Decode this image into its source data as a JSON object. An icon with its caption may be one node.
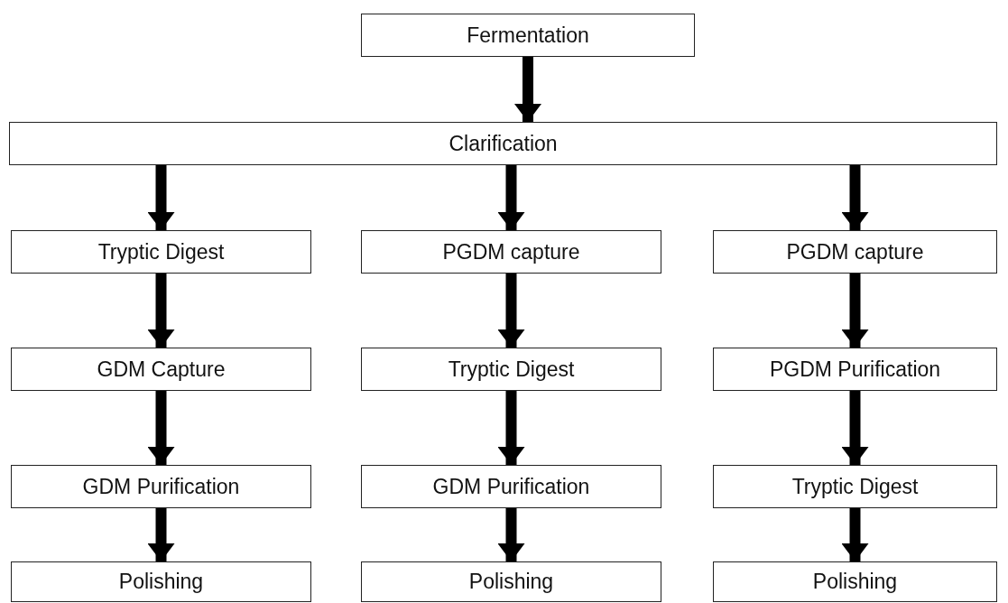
{
  "diagram": {
    "nodes": [
      {
        "text": [
          "Fermentation"
        ]
      },
      {
        "text": [
          "Clarification"
        ]
      },
      {
        "text": [
          "Tryptic Digest"
        ]
      },
      {
        "text": [
          "PGDM capture"
        ]
      },
      {
        "text": [
          "PGDM capture"
        ]
      },
      {
        "text": [
          "GDM Capture"
        ]
      },
      {
        "text": [
          "Tryptic Digest"
        ]
      },
      {
        "text": [
          "PGDM Purification"
        ]
      },
      {
        "text": [
          "GDM Purification"
        ]
      },
      {
        "text": [
          "GDM Purification"
        ]
      },
      {
        "text": [
          "Tryptic Digest"
        ]
      },
      {
        "text": [
          "Polishing"
        ]
      },
      {
        "text": [
          "Polishing"
        ]
      },
      {
        "text": [
          "Polishing"
        ]
      }
    ],
    "edges": [
      {
        "from": 0,
        "to": 1,
        "arrow": "to"
      },
      {
        "from": 1,
        "to": 2,
        "arrow": "to"
      },
      {
        "from": 1,
        "to": 3,
        "arrow": "to"
      },
      {
        "from": 1,
        "to": 4,
        "arrow": "to"
      },
      {
        "from": 2,
        "to": 5,
        "arrow": "to"
      },
      {
        "from": 5,
        "to": 8,
        "arrow": "to"
      },
      {
        "from": 8,
        "to": 11,
        "arrow": "to"
      },
      {
        "from": 3,
        "to": 6,
        "arrow": "to"
      },
      {
        "from": 6,
        "to": 9,
        "arrow": "to"
      },
      {
        "from": 9,
        "to": 12,
        "arrow": "to"
      },
      {
        "from": 4,
        "to": 7,
        "arrow": "to"
      },
      {
        "from": 7,
        "to": 10,
        "arrow": "to"
      },
      {
        "from": 10,
        "to": 13,
        "arrow": "to"
      }
    ]
  }
}
